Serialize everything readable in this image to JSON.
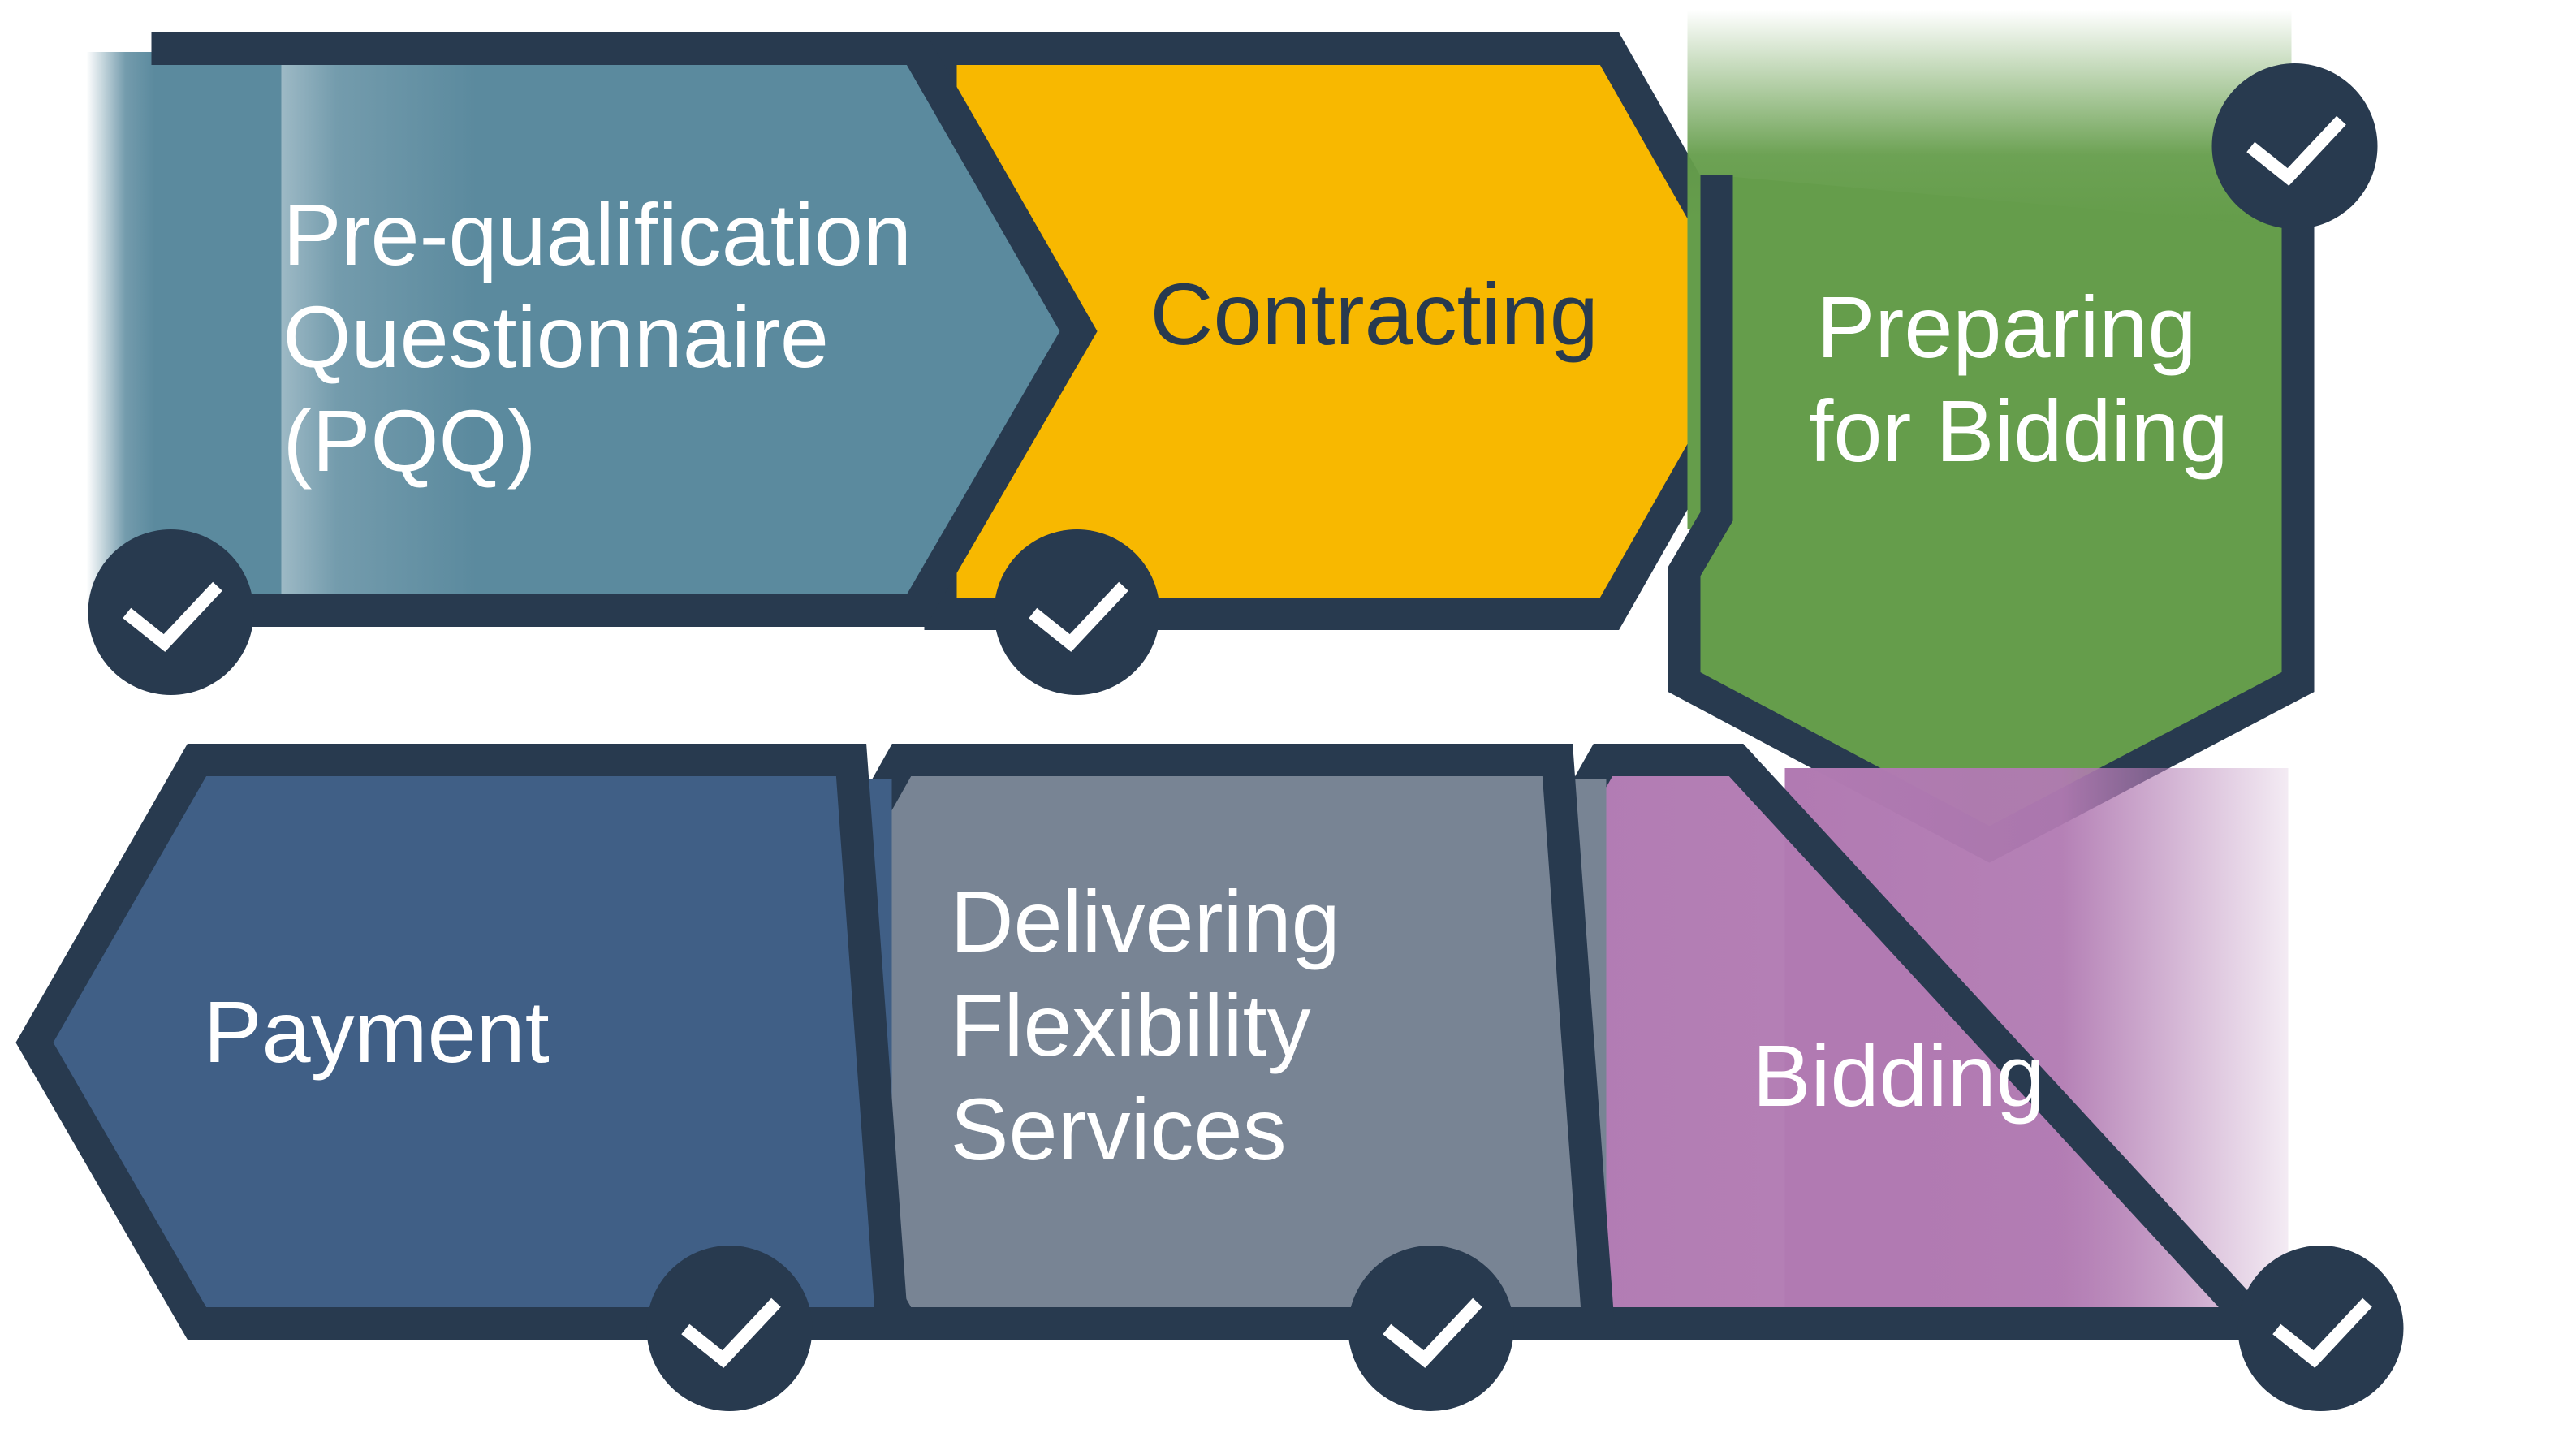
{
  "diagram": {
    "title": "Flexibility services process",
    "colors": {
      "outline": "#283a4f",
      "pqq": "#5b8a9e",
      "contracting": "#f8b800",
      "preparing": "#659d4b",
      "bidding": "#b17ab2",
      "delivering": "#788494",
      "payment": "#405f86",
      "check_mark": "#ffffff",
      "light_text": "#ffffff",
      "dark_text": "#283a4f"
    },
    "steps": [
      {
        "id": "pqq",
        "lines": [
          "Pre-qualification",
          "Questionnaire",
          "(PQQ)"
        ],
        "completed": true,
        "icon": "check-icon"
      },
      {
        "id": "contracting",
        "lines": [
          "Contracting"
        ],
        "completed": true,
        "icon": "check-icon"
      },
      {
        "id": "preparing",
        "lines": [
          "Preparing",
          "for Bidding"
        ],
        "completed": true,
        "icon": "check-icon"
      },
      {
        "id": "bidding",
        "lines": [
          "Bidding"
        ],
        "completed": true,
        "icon": "check-icon"
      },
      {
        "id": "delivering",
        "lines": [
          "Delivering",
          "Flexibility",
          "Services"
        ],
        "completed": true,
        "icon": "check-icon"
      },
      {
        "id": "payment",
        "lines": [
          "Payment"
        ],
        "completed": true,
        "icon": "check-icon"
      }
    ]
  }
}
